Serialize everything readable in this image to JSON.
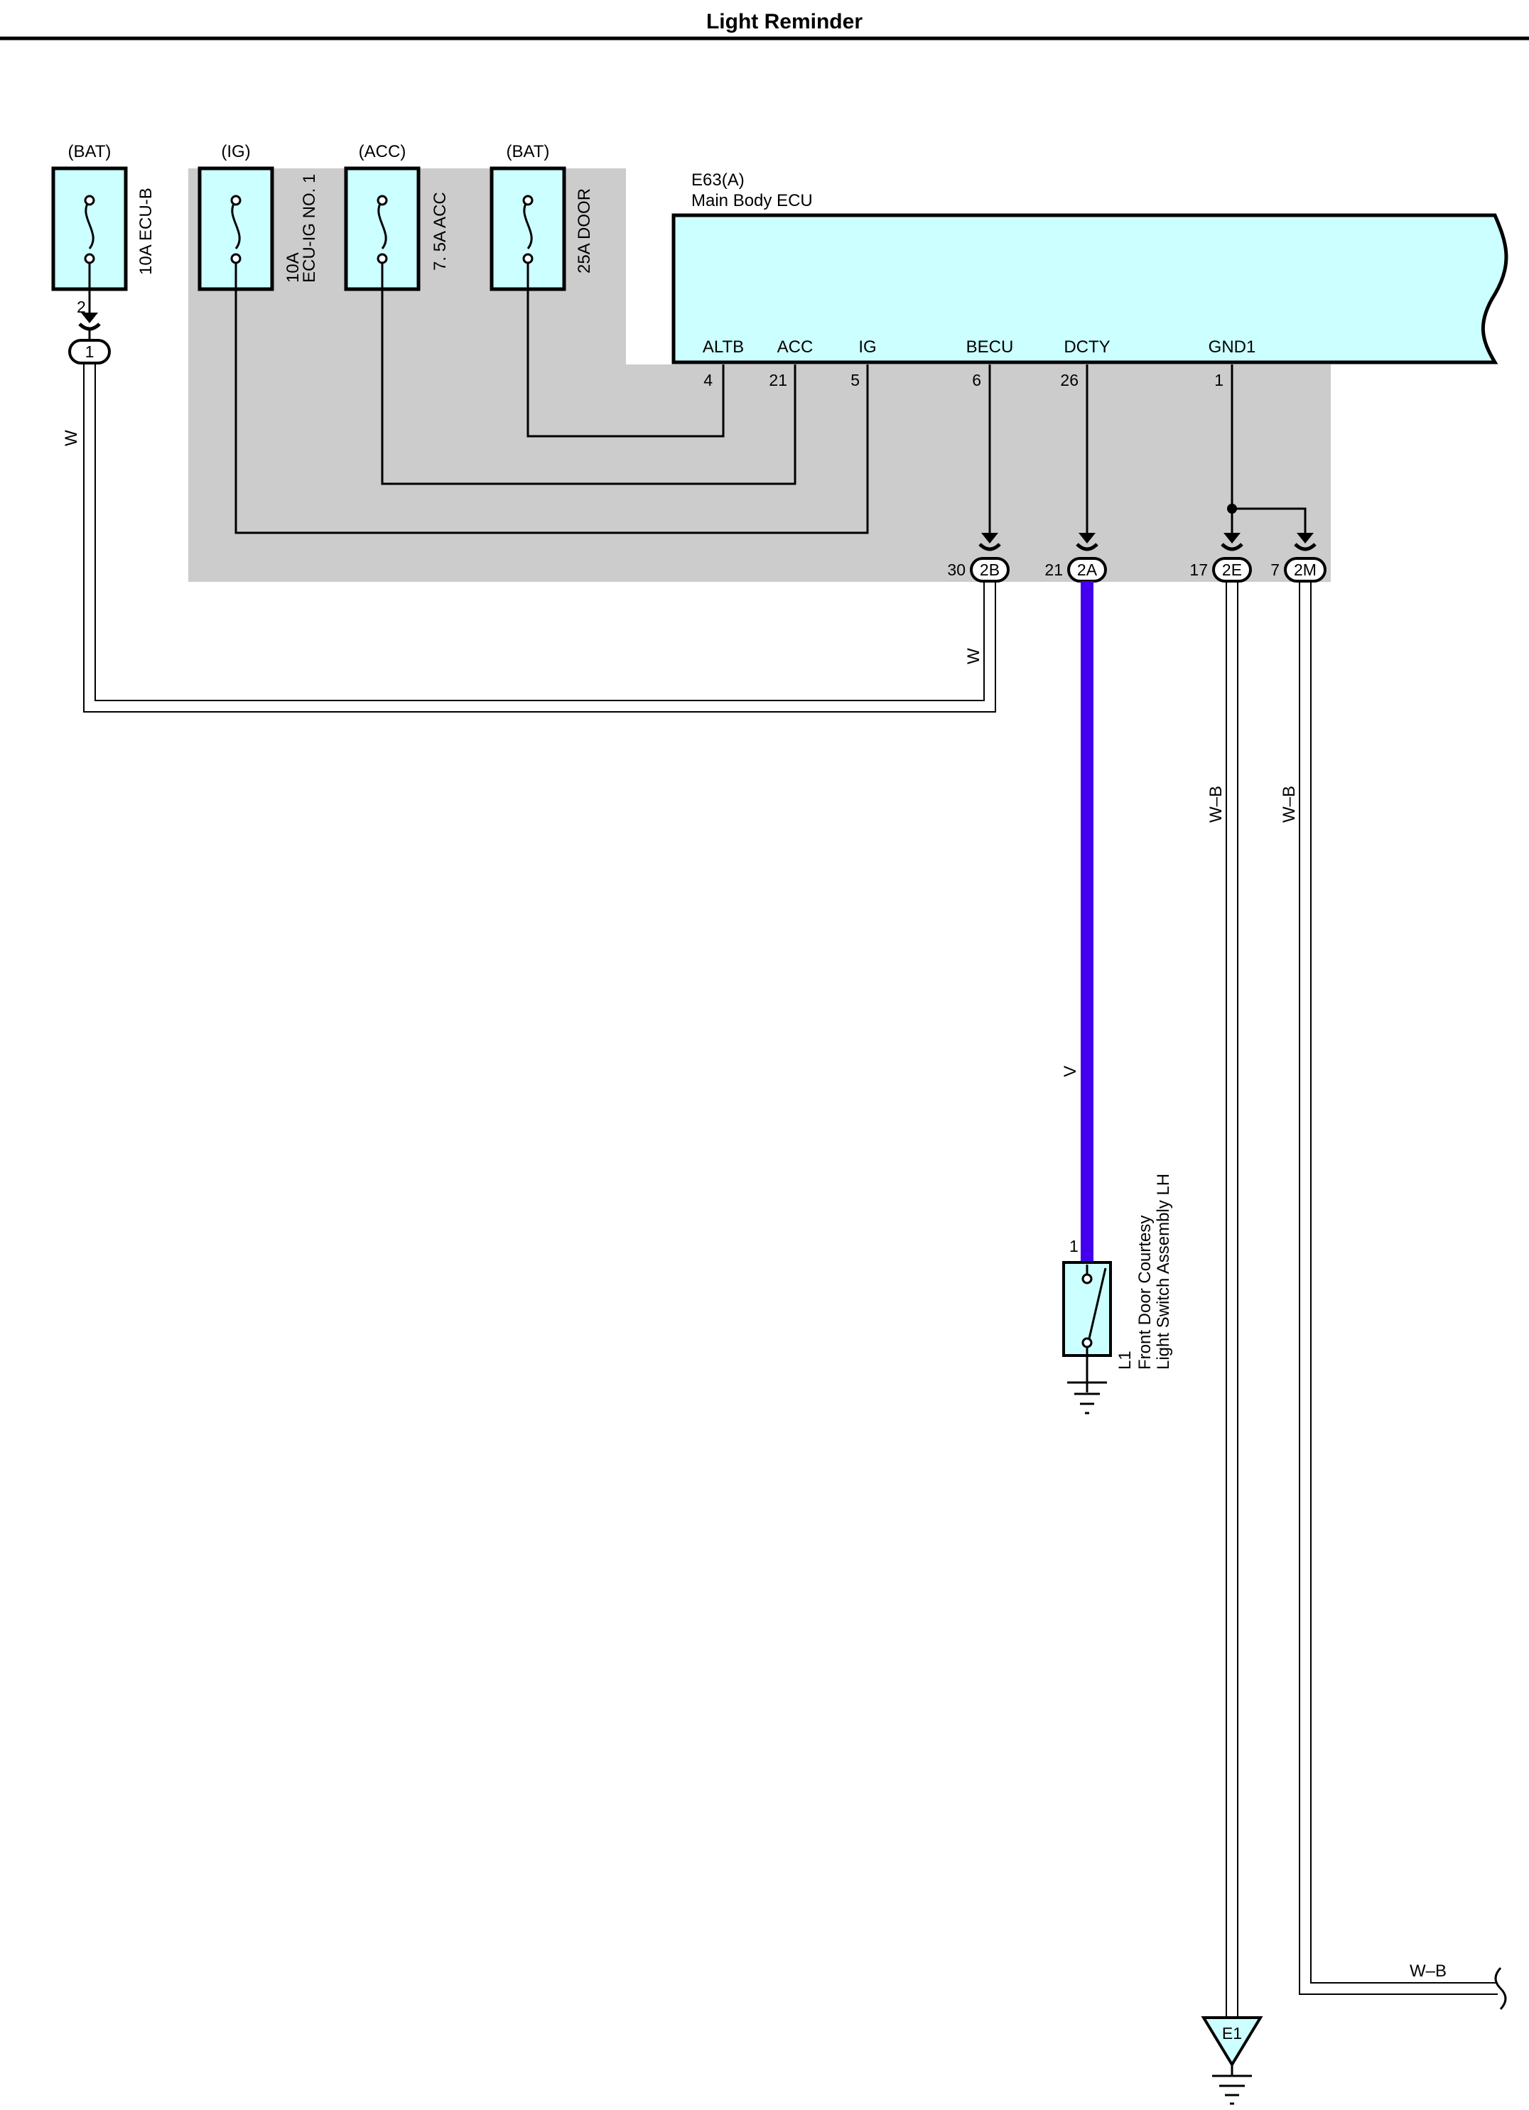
{
  "title": "Light Reminder",
  "fuses": [
    {
      "source": "(BAT)",
      "rating": "10A ECU-B",
      "rating_line2": ""
    },
    {
      "source": "(IG)",
      "rating": "10A",
      "rating_line2": "ECU-IG NO. 1"
    },
    {
      "source": "(ACC)",
      "rating": "7. 5A ACC",
      "rating_line2": ""
    },
    {
      "source": "(BAT)",
      "rating": "25A DOOR",
      "rating_line2": ""
    }
  ],
  "fuse_pin": "2",
  "fuse_connector": "1",
  "ecu": {
    "code": "E63(A)",
    "name": "Main Body ECU",
    "terminals": [
      {
        "name": "ALTB",
        "pin": "4"
      },
      {
        "name": "ACC",
        "pin": "21"
      },
      {
        "name": "IG",
        "pin": "5"
      },
      {
        "name": "BECU",
        "pin": "6"
      },
      {
        "name": "DCTY",
        "pin": "26"
      },
      {
        "name": "GND1",
        "pin": "1"
      }
    ]
  },
  "junction_connectors": [
    {
      "id": "2B",
      "pin": "30"
    },
    {
      "id": "2A",
      "pin": "21"
    },
    {
      "id": "2E",
      "pin": "17"
    },
    {
      "id": "2M",
      "pin": "7"
    }
  ],
  "wires": {
    "w_vertical": "W",
    "w_horizontal": "W",
    "violet": "V",
    "wb_left": "W–B",
    "wb_right": "W–B",
    "wb_bottom": "W–B"
  },
  "switch": {
    "code": "L1",
    "name_line1": "Front Door Courtesy",
    "name_line2": "Light Switch Assembly LH",
    "pin": "1"
  },
  "ground": {
    "code": "E1"
  },
  "colors": {
    "panel_fill": "#cccccc",
    "component_fill": "#ccffff",
    "violet_wire": "#4400ee"
  }
}
